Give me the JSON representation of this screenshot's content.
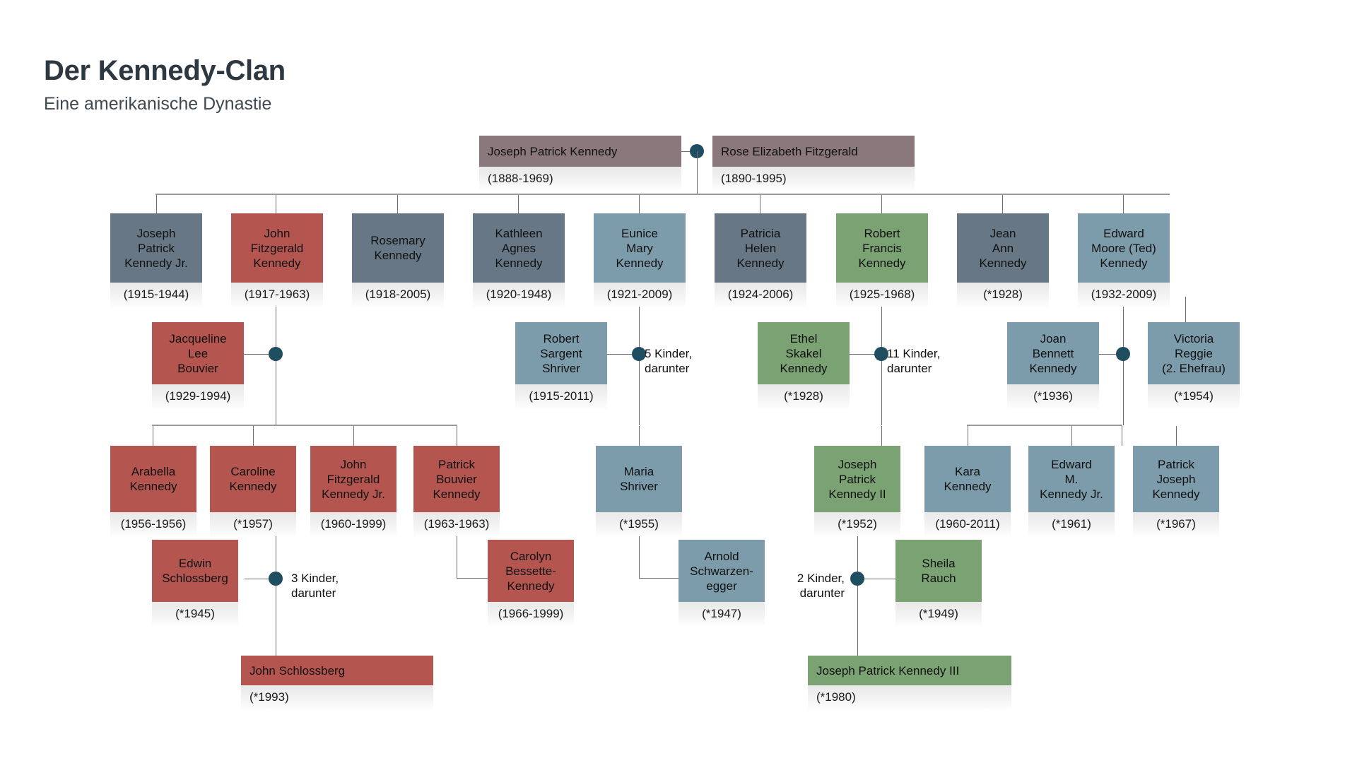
{
  "header": {
    "title": "Der Kennedy-Clan",
    "subtitle": "Eine amerikanische Dynastie"
  },
  "palette": {
    "taupe": "#8a787c",
    "slate": "#677785",
    "red": "#b45550",
    "steel": "#7d9cab",
    "green": "#7ba273",
    "connector": "#6e6e6e",
    "marriage_dot": "#1f4e60",
    "date_band": "#ededed",
    "text": "#111111",
    "title_text": "#2e3840"
  },
  "chart_data": {
    "type": "diagram",
    "title": "Der Kennedy-Clan",
    "subtitle": "Eine amerikanische Dynastie",
    "diagram_kind": "family-tree",
    "generations": 5
  },
  "nodes": {
    "joseph_sr": {
      "name": "Joseph Patrick Kennedy",
      "dates": "(1888-1969)"
    },
    "rose": {
      "name": "Rose Elizabeth Fitzgerald",
      "dates": "(1890-1995)"
    },
    "joe_jr": {
      "name": "Joseph\nPatrick\nKennedy Jr.",
      "dates": "(1915-1944)"
    },
    "jfk": {
      "name": "John\nFitzgerald\nKennedy",
      "dates": "(1917-1963)"
    },
    "rosemary": {
      "name": "Rosemary\nKennedy",
      "dates": "(1918-2005)"
    },
    "kathleen": {
      "name": "Kathleen\nAgnes\nKennedy",
      "dates": "(1920-1948)"
    },
    "eunice": {
      "name": "Eunice\nMary\nKennedy",
      "dates": "(1921-2009)"
    },
    "patricia": {
      "name": "Patricia\nHelen\nKennedy",
      "dates": "(1924-2006)"
    },
    "robert": {
      "name": "Robert\nFrancis\nKennedy",
      "dates": "(1925-1968)"
    },
    "jean": {
      "name": "Jean\nAnn\nKennedy",
      "dates": "(*1928)"
    },
    "ted": {
      "name": "Edward\nMoore (Ted)\nKennedy",
      "dates": "(1932-2009)"
    },
    "jackie": {
      "name": "Jacqueline\nLee\nBouvier",
      "dates": "(1929-1994)"
    },
    "sargent": {
      "name": "Robert\nSargent\nShriver",
      "dates": "(1915-2011)"
    },
    "ethel": {
      "name": "Ethel\nSkakel\nKennedy",
      "dates": "(*1928)"
    },
    "joan": {
      "name": "Joan\nBennett\nKennedy",
      "dates": "(*1936)"
    },
    "victoria": {
      "name": "Victoria\nReggie\n(2. Ehefrau)",
      "dates": "(*1954)"
    },
    "arabella": {
      "name": "Arabella\nKennedy",
      "dates": "(1956-1956)"
    },
    "caroline": {
      "name": "Caroline\nKennedy",
      "dates": "(*1957)"
    },
    "jfk_jr": {
      "name": "John\nFitzgerald\nKennedy Jr.",
      "dates": "(1960-1999)"
    },
    "patrick_bouvier": {
      "name": "Patrick\nBouvier\nKennedy",
      "dates": "(1963-1963)"
    },
    "maria": {
      "name": "Maria\nShriver",
      "dates": "(*1955)"
    },
    "jpk2": {
      "name": "Joseph\nPatrick\nKennedy II",
      "dates": "(*1952)"
    },
    "kara": {
      "name": "Kara\nKennedy",
      "dates": "(1960-2011)"
    },
    "edward_jr": {
      "name": "Edward\nM.\nKennedy Jr.",
      "dates": "(*1961)"
    },
    "patrick_joseph": {
      "name": "Patrick\nJoseph\nKennedy",
      "dates": "(*1967)"
    },
    "edwin": {
      "name": "Edwin\nSchlossberg",
      "dates": "(*1945)"
    },
    "carolyn": {
      "name": "Carolyn\nBessette-\nKennedy",
      "dates": "(1966-1999)"
    },
    "arnold": {
      "name": "Arnold\nSchwarzen-\negger",
      "dates": "(*1947)"
    },
    "sheila": {
      "name": "Sheila\nRauch",
      "dates": "(*1949)"
    },
    "john_schloss": {
      "name": "John Schlossberg",
      "dates": "(*1993)"
    },
    "jpk3": {
      "name": "Joseph Patrick Kennedy III",
      "dates": "(*1980)"
    }
  },
  "annotations": {
    "shriver_children": "5 Kinder,\ndarunter",
    "rfk_children": "11 Kinder,\ndarunter",
    "schlossberg_children": "3 Kinder,\ndarunter",
    "jpk2_children": "2 Kinder,\ndarunter"
  }
}
